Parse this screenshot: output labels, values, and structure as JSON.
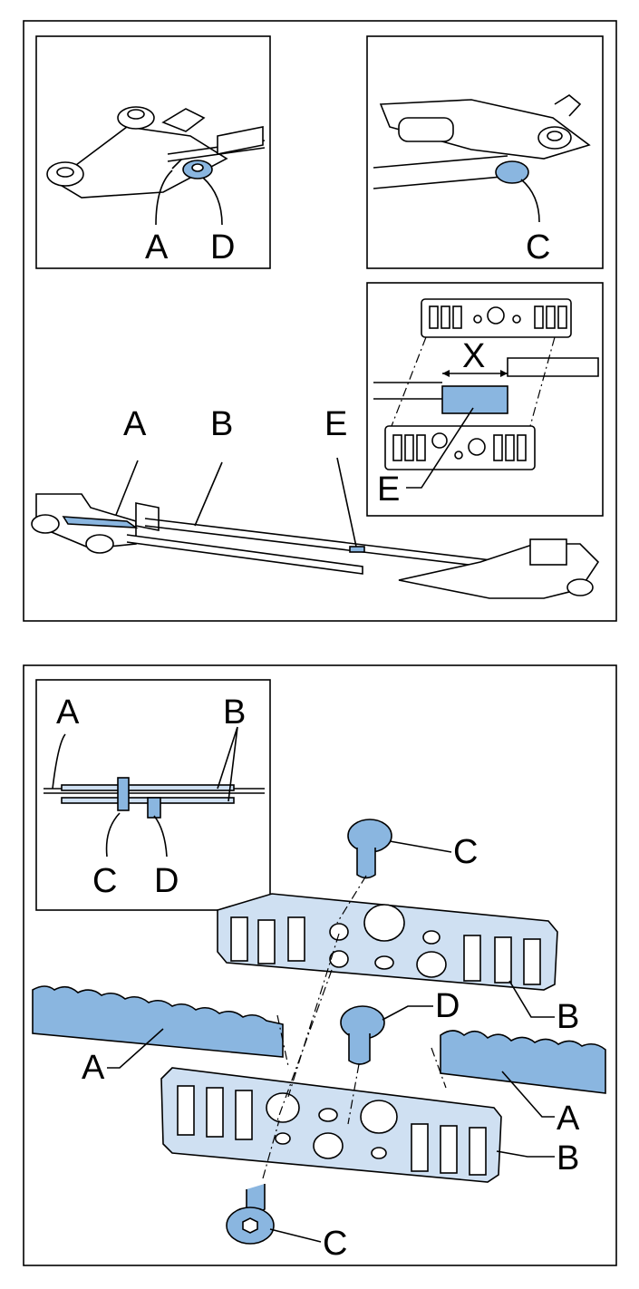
{
  "figure1": {
    "inset_tl": {
      "labels": {
        "a": "A",
        "d": "D"
      }
    },
    "inset_tr": {
      "labels": {
        "c": "C"
      }
    },
    "inset_mr": {
      "labels": {
        "x": "X",
        "e": "E"
      }
    },
    "main": {
      "labels": {
        "a": "A",
        "b": "B",
        "e": "E"
      }
    }
  },
  "figure2": {
    "inset": {
      "labels": {
        "a": "A",
        "b": "B",
        "c": "C",
        "d": "D"
      }
    },
    "main": {
      "labels": {
        "c_top": "C",
        "b_top": "B",
        "d": "D",
        "a_left": "A",
        "a_right": "A",
        "b_bottom": "B",
        "c_bottom": "C"
      }
    }
  },
  "colors": {
    "highlight": "#8ab6e0",
    "outline": "#000000",
    "background": "#ffffff"
  }
}
